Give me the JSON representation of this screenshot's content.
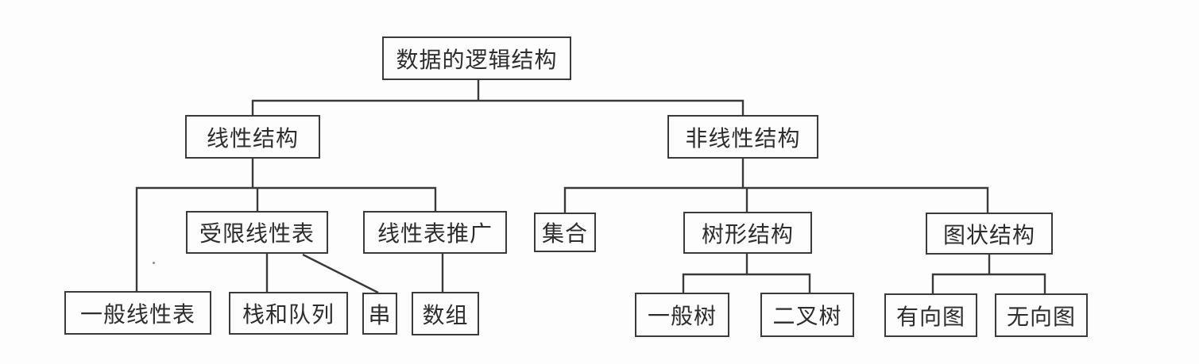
{
  "diagram": {
    "nodes": {
      "root": {
        "label": "数据的逻辑结构"
      },
      "linear": {
        "label": "线性结构"
      },
      "nonlinear": {
        "label": "非线性结构"
      },
      "general_linear_list": {
        "label": "一般线性表"
      },
      "restricted_linear_list": {
        "label": "受限线性表"
      },
      "linear_list_generalization": {
        "label": "线性表推广"
      },
      "stack_and_queue": {
        "label": "栈和队列"
      },
      "string": {
        "label": "串"
      },
      "array": {
        "label": "数组"
      },
      "set": {
        "label": "集合"
      },
      "tree_structure": {
        "label": "树形结构"
      },
      "graph_structure": {
        "label": "图状结构"
      },
      "general_tree": {
        "label": "一般树"
      },
      "binary_tree": {
        "label": "二叉树"
      },
      "directed_graph": {
        "label": "有向图"
      },
      "undirected_graph": {
        "label": "无向图"
      }
    },
    "edges": [
      {
        "from": "root",
        "to": "linear"
      },
      {
        "from": "root",
        "to": "nonlinear"
      },
      {
        "from": "linear",
        "to": "general_linear_list"
      },
      {
        "from": "linear",
        "to": "restricted_linear_list"
      },
      {
        "from": "linear",
        "to": "linear_list_generalization"
      },
      {
        "from": "restricted_linear_list",
        "to": "stack_and_queue"
      },
      {
        "from": "restricted_linear_list",
        "to": "string"
      },
      {
        "from": "linear_list_generalization",
        "to": "array"
      },
      {
        "from": "nonlinear",
        "to": "set"
      },
      {
        "from": "nonlinear",
        "to": "tree_structure"
      },
      {
        "from": "nonlinear",
        "to": "graph_structure"
      },
      {
        "from": "tree_structure",
        "to": "general_tree"
      },
      {
        "from": "tree_structure",
        "to": "binary_tree"
      },
      {
        "from": "graph_structure",
        "to": "directed_graph"
      },
      {
        "from": "graph_structure",
        "to": "undirected_graph"
      }
    ],
    "colors": {
      "line": "#3a3a3a",
      "text": "#2d2d2d",
      "background": "#fdfdfd"
    }
  }
}
